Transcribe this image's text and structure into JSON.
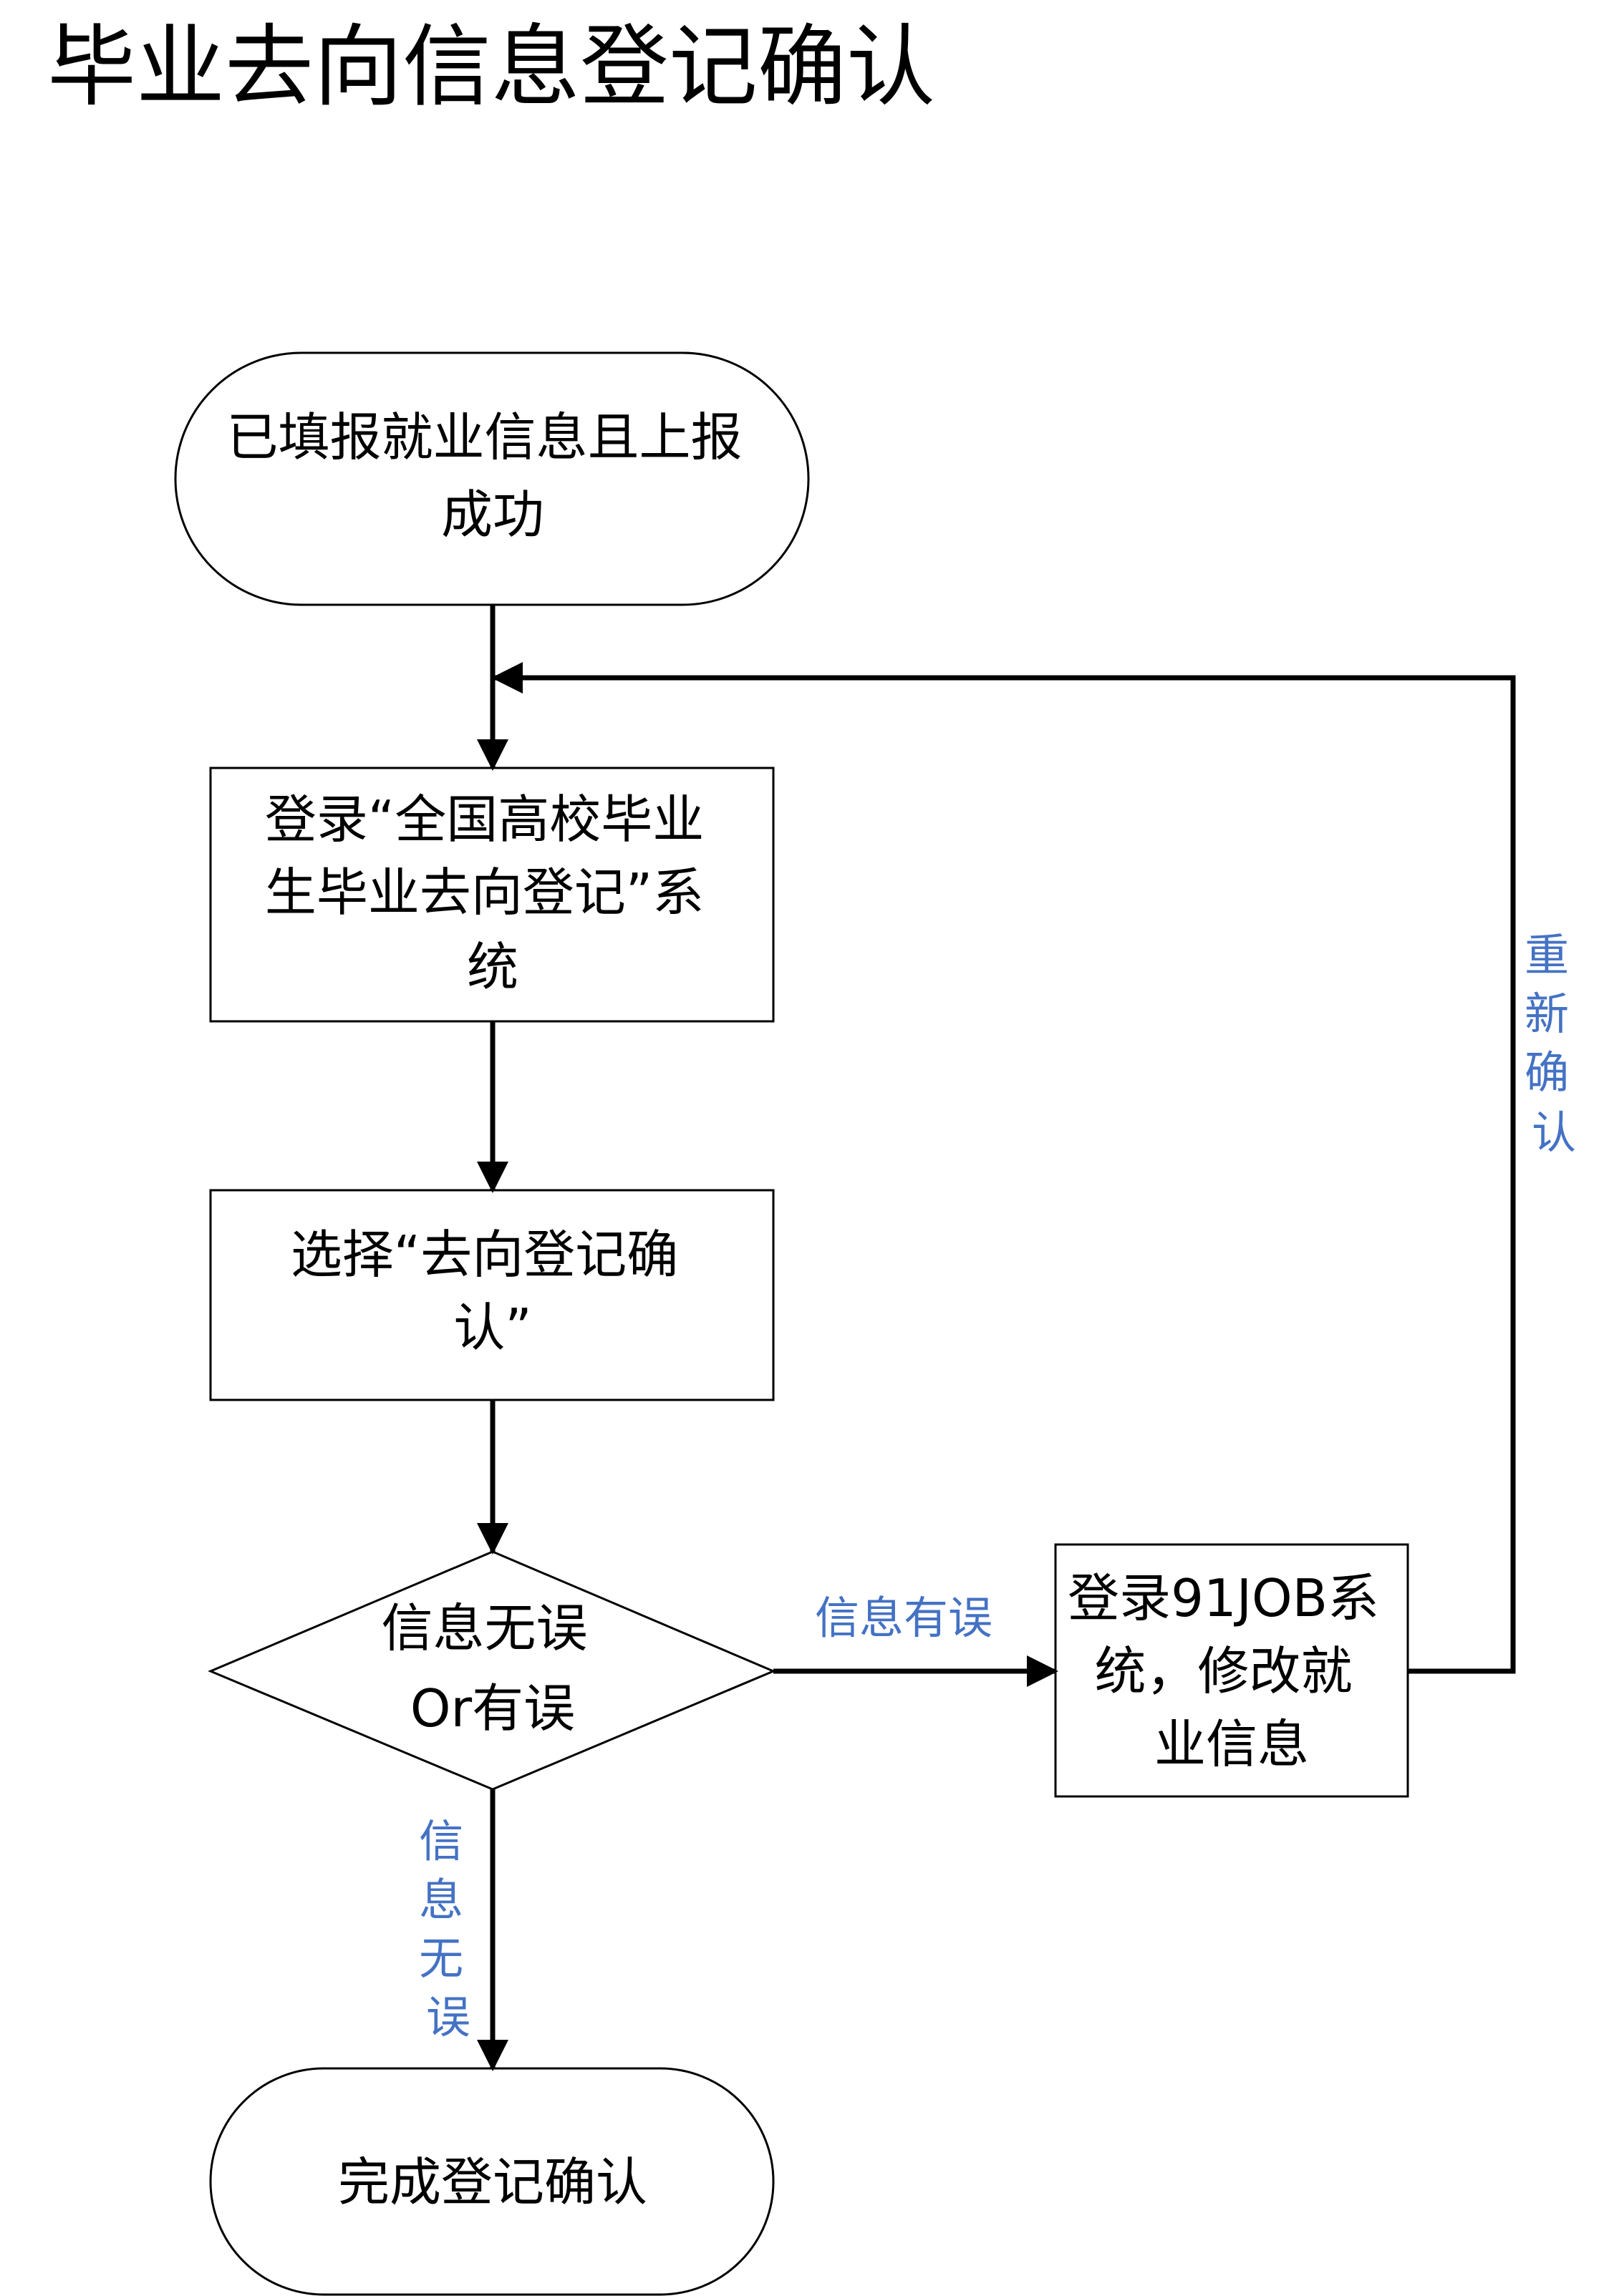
{
  "title": "毕业去向信息登记确认",
  "nodes": {
    "start": {
      "lines": [
        "已填报就业信息且上报",
        "成功"
      ]
    },
    "login_system": {
      "lines": [
        "登录“全国高校毕业",
        "生毕业去向登记”系",
        "统"
      ]
    },
    "select_confirm": {
      "lines": [
        "选择“去向登记确",
        "认”"
      ]
    },
    "decision": {
      "lines": [
        "信息无误",
        "Or有误"
      ]
    },
    "modify": {
      "lines": [
        "登录91JOB系",
        "统，修改就",
        "业信息"
      ]
    },
    "end": {
      "lines": [
        "完成登记确认"
      ]
    }
  },
  "edges": {
    "info_wrong": {
      "label": "信息有误"
    },
    "info_correct": {
      "chars": [
        "信",
        "息",
        "无",
        "误"
      ]
    },
    "reconfirm": {
      "chars": [
        "重",
        "新",
        "确",
        "认"
      ]
    }
  },
  "colors": {
    "edge_label": "#4472c4",
    "line": "#000000"
  }
}
